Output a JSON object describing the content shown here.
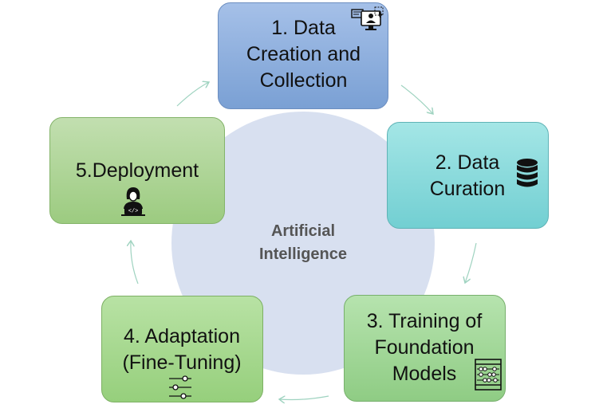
{
  "center": {
    "label": "Artificial\nIntelligence"
  },
  "steps": [
    {
      "label": "1. Data\nCreation and\nCollection",
      "icon": "monitor-user-icon",
      "color": "#8fb0de"
    },
    {
      "label": "2. Data\nCuration",
      "icon": "database-icon",
      "color": "#8adadc"
    },
    {
      "label": "3. Training of\nFoundation\nModels",
      "icon": "abacus-icon",
      "color": "#a3d89a"
    },
    {
      "label": "4. Adaptation\n(Fine-Tuning)",
      "icon": "sliders-icon",
      "color": "#a7d98f"
    },
    {
      "label": "5.Deployment",
      "icon": "developer-icon",
      "color": "#aed598"
    }
  ],
  "colors": {
    "circle": "#d8e0f0",
    "arrow": "#a8d8c8"
  }
}
